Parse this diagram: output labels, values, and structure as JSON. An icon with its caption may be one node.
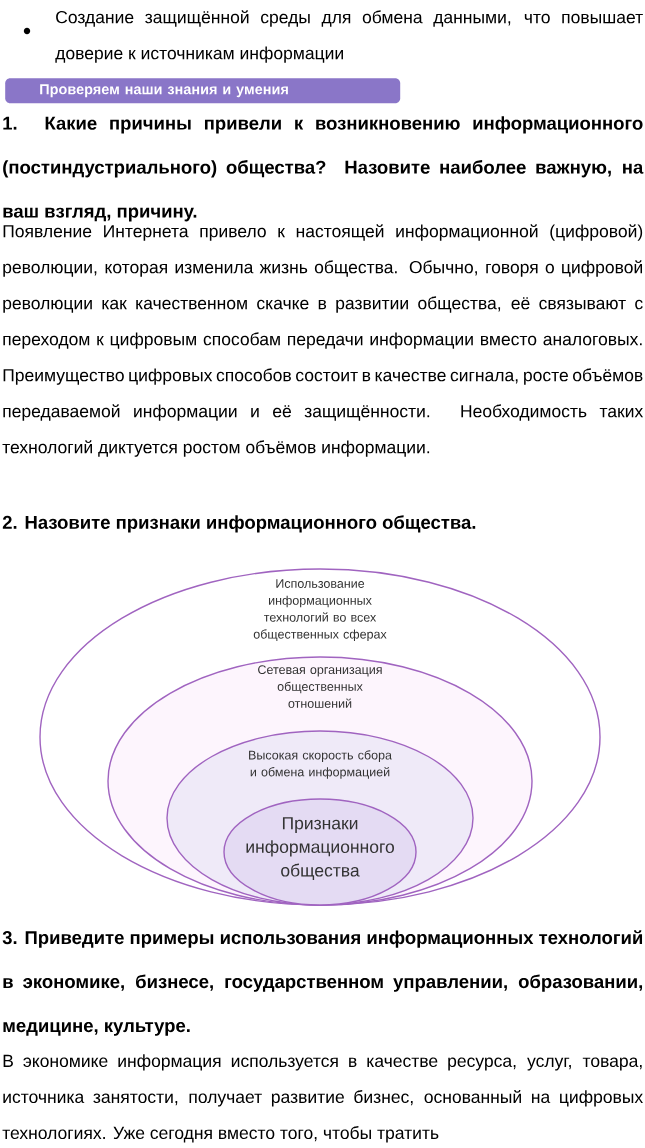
{
  "diagram": {
    "nodes": [
      {
        "text": [
          "Проверяем наши знания и умения"
        ]
      },
      {
        "text": [
          "Использование информационных технологий во всех общественных сферах"
        ]
      },
      {
        "text": [
          "Сетевая организация общественных отношений"
        ],
        "in": 1
      },
      {
        "text": [
          "Высокая скорость сбора и обмена информацией"
        ],
        "in": 2
      },
      {
        "text": [
          "Признаки информационного общества"
        ],
        "in": 3
      }
    ],
    "labels": [
      "Создание защищённой среды для обмена данными, что повышает доверие к источникам информации",
      "1. Какие причины привели к возникновению информационного (постиндустриального) общества? Назовите наиболее важную, на ваш взгляд, причину.",
      "Появление Интернета привело к настоящей информационной (цифровой) революции, которая изменила жизнь общества. Обычно, говоря о цифровой революции как качественном скачке в развитии общества, её связывают с переходом к цифровым способам передачи информации вместо аналоговых. Преимущество цифровых способов состоит в качестве сигнала, росте объёмов передаваемой информации и её защищённости. Необходимость таких технологий диктуется ростом объёмов информации.",
      "2. Назовите признаки информационного общества.",
      "3. Приведите примеры использования информационных технологий в экономике, бизнесе, государственном управлении, образовании, медицине, культуре.",
      "В экономике информация используется в качестве ресурса, услуг, товара, источника занятости, получает развитие бизнес, основанный на цифровых технологиях. Уже сегодня вместо того, чтобы тратить"
    ]
  }
}
